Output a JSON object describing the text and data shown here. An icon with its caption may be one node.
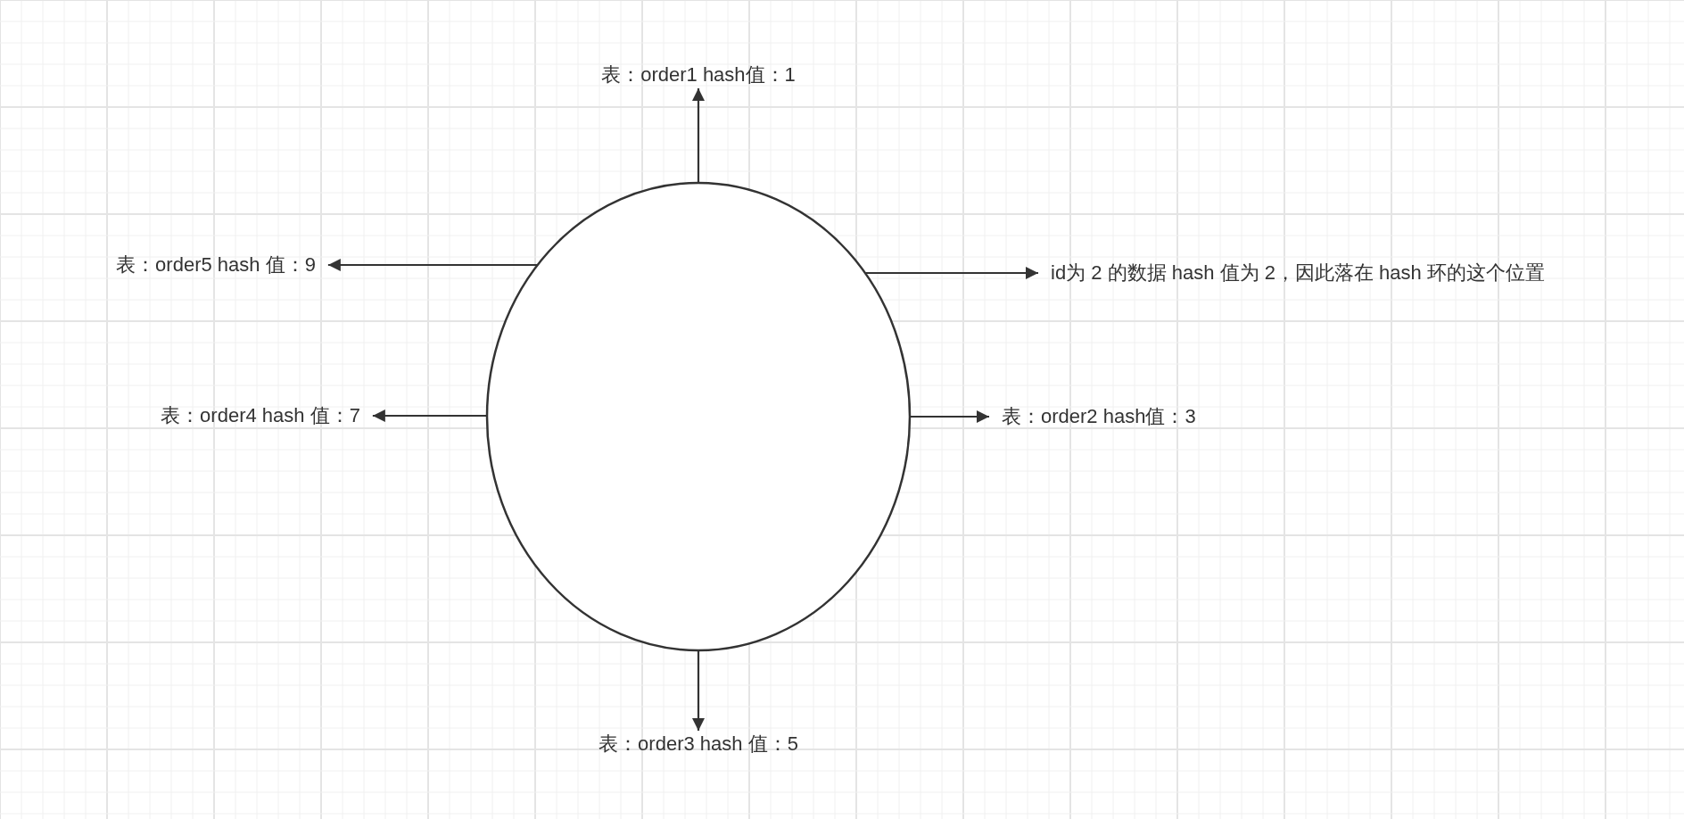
{
  "diagram": {
    "nodes": [
      {
        "text": [],
        "shape": "circle"
      },
      {
        "text": [
          "表：order1 hash值：1"
        ]
      },
      {
        "text": [
          "表：order5 hash 值：9"
        ]
      },
      {
        "text": [
          "id为 2 的数据 hash 值为 2，因此落在 hash 环的这个位置"
        ]
      },
      {
        "text": [
          "表：order4 hash 值：7"
        ]
      },
      {
        "text": [
          "表：order2 hash值：3"
        ]
      },
      {
        "text": [
          "表：order3 hash 值：5"
        ]
      }
    ],
    "edges": [
      {
        "from": 0,
        "to": 1,
        "arrow": "to"
      },
      {
        "from": 0,
        "to": 2,
        "arrow": "to"
      },
      {
        "from": 0,
        "to": 3,
        "arrow": "to"
      },
      {
        "from": 0,
        "to": 4,
        "arrow": "to"
      },
      {
        "from": 0,
        "to": 5,
        "arrow": "to"
      },
      {
        "from": 0,
        "to": 6,
        "arrow": "to"
      }
    ]
  }
}
